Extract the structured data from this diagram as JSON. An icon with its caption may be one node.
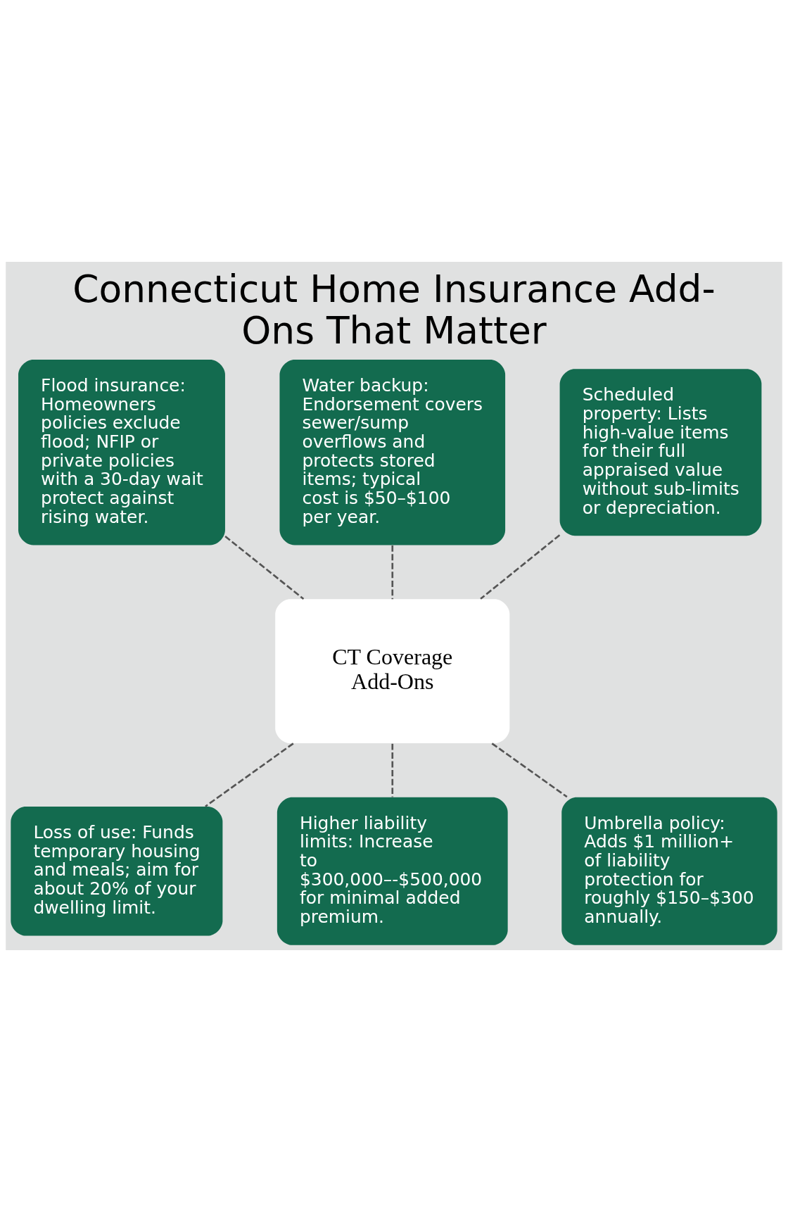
{
  "diagram": {
    "title": "Connecticut Home Insurance Add-Ons That Matter",
    "nodes": [
      {
        "text": [
          "Flood insurance: Homeowners policies exclude flood; NFIP or private policies with a 30-day wait protect against rising water."
        ]
      },
      {
        "text": [
          "Water backup: Endorsement covers sewer/sump overflows and protects stored items; typical cost is $50–$100 per year."
        ]
      },
      {
        "text": [
          "Scheduled property: Lists high-value items for their full appraised value without sub-limits or depreciation."
        ]
      },
      {
        "text": [
          "CT Coverage Add-Ons"
        ]
      },
      {
        "text": [
          "Loss of use: Funds temporary housing and meals; aim for about 20% of your dwelling limit."
        ]
      },
      {
        "text": [
          "Higher liability limits: Increase to $300,000–-$500,000 for minimal added premium."
        ]
      },
      {
        "text": [
          "Umbrella policy: Adds $1 million+ of liability protection for roughly $150–$300 annually."
        ]
      }
    ],
    "edges": [
      {
        "from": 0,
        "to": 3,
        "arrow": "none",
        "style": "dashed"
      },
      {
        "from": 1,
        "to": 3,
        "arrow": "none",
        "style": "dashed"
      },
      {
        "from": 2,
        "to": 3,
        "arrow": "none",
        "style": "dashed"
      },
      {
        "from": 3,
        "to": 4,
        "arrow": "none",
        "style": "dashed"
      },
      {
        "from": 3,
        "to": 5,
        "arrow": "none",
        "style": "dashed"
      },
      {
        "from": 3,
        "to": 6,
        "arrow": "none",
        "style": "dashed"
      }
    ]
  }
}
